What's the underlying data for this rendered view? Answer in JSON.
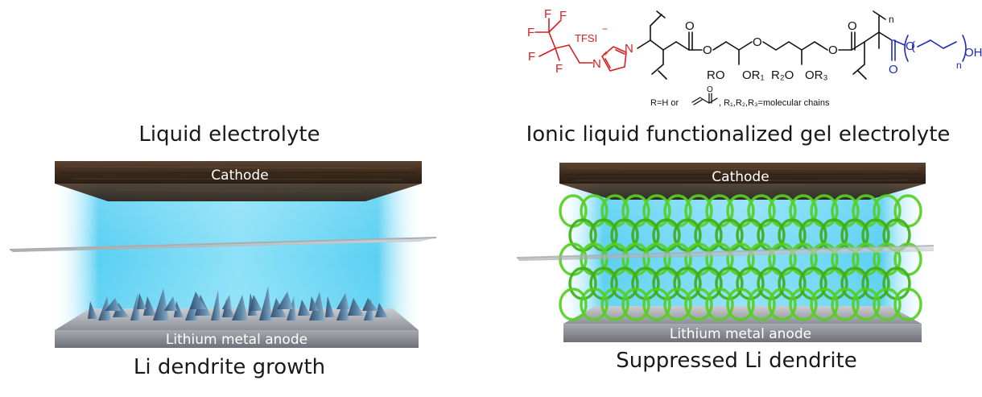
{
  "left_panel": {
    "title": "Liquid electrolyte",
    "cathode_label": "Cathode",
    "anode_label": "Lithium metal anode",
    "caption": "Li dendrite growth"
  },
  "right_panel": {
    "title": "Ionic liquid functionalized gel electrolyte",
    "cathode_label": "Cathode",
    "anode_label": "Lithium metal anode",
    "caption": "Suppressed Li dendrite"
  },
  "structure": {
    "anion": "TFSI",
    "anion_charge": "−",
    "cation_charge": "+",
    "substituents": [
      "RO",
      "OR₁",
      "R₂O",
      "OR₃"
    ],
    "peg_end": "OH",
    "repeat_index": "n",
    "note_prefix": "R=H or",
    "note_suffix": ", R₁,R₂,R₃=molecular chains",
    "colors": {
      "fluoroalkyl": "#d42020",
      "imidazolium": "#d42020",
      "backbone": "#111111",
      "peg": "#1f2bb8"
    }
  },
  "colors": {
    "cathode": "#4a3424",
    "electrolyte": "#3ec8f0",
    "anode": "#9a9ca2",
    "gel_network": "#4bc61e",
    "separator": "#b9bdbf"
  }
}
